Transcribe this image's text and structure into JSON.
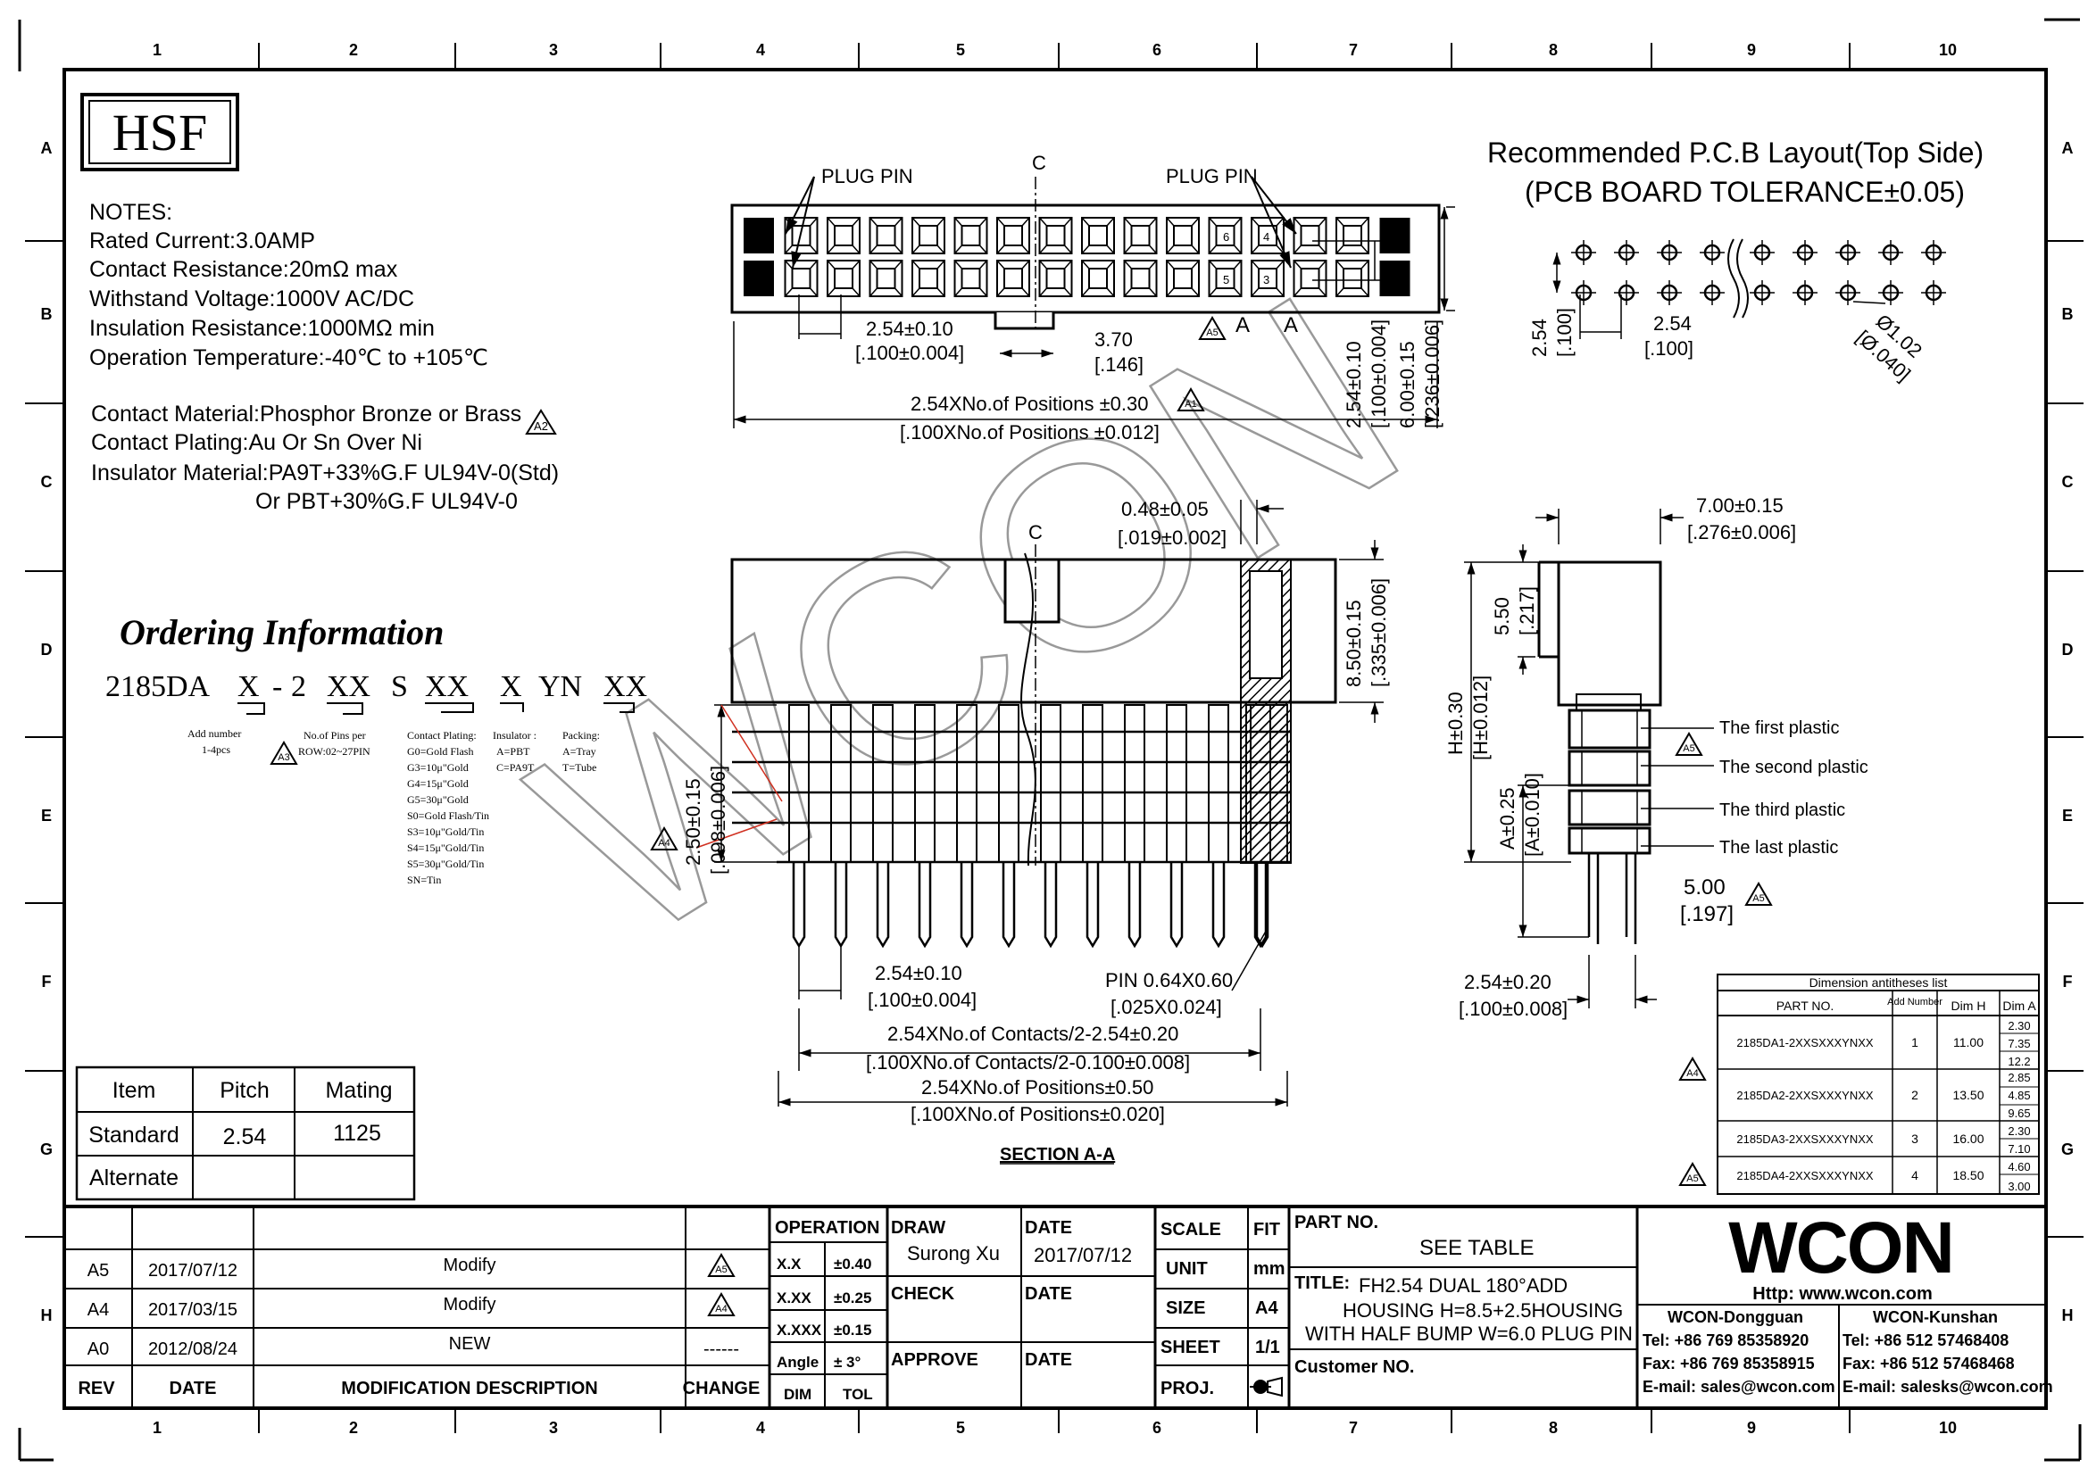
{
  "frame": {
    "col_labels": [
      "1",
      "2",
      "3",
      "4",
      "5",
      "6",
      "7",
      "8",
      "9",
      "10"
    ],
    "row_labels": [
      "A",
      "B",
      "C",
      "D",
      "E",
      "F",
      "G",
      "H"
    ]
  },
  "logo_text": "HSF",
  "watermark": "WCON",
  "notes": {
    "heading": "NOTES:",
    "lines": [
      "Rated Current:3.0AMP",
      "Contact Resistance:20mΩ max",
      "Withstand Voltage:1000V AC/DC",
      "Insulation Resistance:1000MΩ min",
      "Operation Temperature:-40℃ to +105℃",
      "Contact Material:Phosphor Bronze or Brass",
      "Contact Plating:Au Or Sn Over Ni",
      "Insulator Material:PA9T+33%G.F UL94V-0(Std)",
      "Or PBT+30%G.F UL94V-0"
    ],
    "rev_mark": "A2"
  },
  "ordering": {
    "title": "Ordering Information",
    "code_parts": [
      "2185DA",
      "X",
      "-",
      "2",
      "XX",
      "S",
      "XX",
      "X",
      "YN",
      "XX"
    ],
    "add_number": [
      "Add number",
      "1-4pcs"
    ],
    "pins": [
      "No.of Pins per",
      "ROW:02~27PIN"
    ],
    "pins_rev": "A3",
    "plating_head": "Contact Plating:",
    "plating": [
      "G0=Gold Flash",
      "G3=10μ\"Gold",
      "G4=15μ\"Gold",
      "G5=30μ\"Gold",
      "S0=Gold Flash/Tin",
      "S3=10μ\"Gold/Tin",
      "S4=15μ\"Gold/Tin",
      "S5=30μ\"Gold/Tin",
      "SN=Tin"
    ],
    "insulator_head": "Insulator :",
    "insulator": [
      "A=PBT",
      "C=PA9T"
    ],
    "packing_head": "Packing:",
    "packing": [
      "A=Tray",
      "T=Tube"
    ]
  },
  "top_view": {
    "plug_pin": "PLUG PIN",
    "centerline": "C",
    "pin_nums": [
      "6",
      "4",
      "5",
      "3"
    ],
    "dim_pitch": [
      "2.54±0.10",
      "[.100±0.004]"
    ],
    "dim_key": [
      "3.70",
      "[.146]"
    ],
    "dim_overall": [
      "2.54XNo.of Positions ±0.30",
      "[.100XNo.of Positions ±0.012]"
    ],
    "rev_a1": "A1",
    "rev_a5": "A5",
    "section_mark": "A",
    "dim_row": [
      "2.54±0.10",
      "[.100±0.004]"
    ],
    "dim_width": [
      "6.00±0.15",
      "[.236±0.006]"
    ]
  },
  "pcb_layout": {
    "title": "Recommended P.C.B Layout(Top Side)",
    "tolerance": "(PCB BOARD TOLERANCE±0.05)",
    "dim_v": [
      "2.54",
      "[.100]"
    ],
    "dim_h": [
      "2.54",
      "[.100]"
    ],
    "dim_hole": [
      "Ø1.02",
      "[Ø.040]"
    ]
  },
  "front_view": {
    "dim_pin": [
      "0.48±0.05",
      "[.019±0.002]"
    ],
    "dim_height": [
      "8.50±0.15",
      "[.335±0.006]"
    ],
    "dim_tail": [
      "2.50±0.15",
      "[.098±0.006]"
    ],
    "rev_a4": "A4",
    "dim_pitch": [
      "2.54±0.10",
      "[.100±0.004]"
    ],
    "dim_pin_size": [
      "PIN 0.64X0.60",
      "[.025X0.024]"
    ],
    "dim_contacts": [
      "2.54XNo.of Contacts/2-2.54±0.20",
      "[.100XNo.of Contacts/2-0.100±0.008]"
    ],
    "dim_positions": [
      "2.54XNo.of Positions±0.50",
      "[.100XNo.of Positions±0.020]"
    ],
    "section_title": "SECTION A-A"
  },
  "side_view": {
    "dim_width": [
      "7.00±0.15",
      "[.276±0.006]"
    ],
    "dim_top": [
      "5.50",
      "[.217]"
    ],
    "dim_h": [
      "H±0.30",
      "[H±0.012]"
    ],
    "dim_a": [
      "A±0.25",
      "[A±0.010]"
    ],
    "dim_tail": [
      "5.00",
      "[.197]"
    ],
    "rev_a5": "A5",
    "dim_pitch": [
      "2.54±0.20",
      "[.100±0.008]"
    ],
    "plastic_labels": [
      "The first plastic",
      "The second plastic",
      "The third plastic",
      "The last plastic"
    ]
  },
  "dim_table": {
    "title": "Dimension antitheses list",
    "headers": [
      "PART NO.",
      "Add Number",
      "Dim H",
      "Dim A"
    ],
    "rows": [
      {
        "part": "2185DA1-2XXSXXXYNXX",
        "add": "1",
        "h": "11.00",
        "a": [
          "2.30",
          "7.35",
          "12.2"
        ],
        "rev": ""
      },
      {
        "part": "2185DA2-2XXSXXXYNXX",
        "add": "2",
        "h": "13.50",
        "a": [
          "2.85",
          "4.85",
          "9.65"
        ],
        "rev": "A4"
      },
      {
        "part": "2185DA3-2XXSXXXYNXX",
        "add": "3",
        "h": "16.00",
        "a": [
          "2.30",
          "7.10"
        ],
        "rev": ""
      },
      {
        "part": "2185DA4-2XXSXXXYNXX",
        "add": "4",
        "h": "18.50",
        "a": [
          "4.60",
          "3.00"
        ],
        "rev": "A5"
      }
    ]
  },
  "pitch_table": {
    "headers": [
      "Item",
      "Pitch",
      "Mating"
    ],
    "rows": [
      [
        "Standard",
        "2.54",
        "1125"
      ],
      [
        "Alternate",
        "",
        ""
      ]
    ]
  },
  "title_block": {
    "revisions": [
      {
        "rev": "A5",
        "date": "2017/07/12",
        "desc": "Modify",
        "mark": "A5"
      },
      {
        "rev": "A4",
        "date": "2017/03/15",
        "desc": "Modify",
        "mark": "A4"
      },
      {
        "rev": "A0",
        "date": "2012/08/24",
        "desc": "NEW",
        "mark": "------"
      }
    ],
    "rev_headers": [
      "REV",
      "DATE",
      "MODIFICATION DESCRIPTION",
      "CHANGE"
    ],
    "operation": "OPERATION",
    "tolerances": [
      [
        "X.X",
        "±0.40"
      ],
      [
        "X.XX",
        "±0.25"
      ],
      [
        "X.XXX",
        "±0.15"
      ],
      [
        "Angle",
        "± 3°"
      ]
    ],
    "dim_tol": [
      "DIM",
      "TOL"
    ],
    "draw": "DRAW",
    "drawer": "Surong Xu",
    "check": "CHECK",
    "approve": "APPROVE",
    "date_label": "DATE",
    "draw_date": "2017/07/12",
    "scale": "SCALE",
    "scale_val": "FIT",
    "unit": "UNIT",
    "unit_val": "mm",
    "size": "SIZE",
    "size_val": "A4",
    "sheet": "SHEET",
    "sheet_val": "1/1",
    "proj": "PROJ.",
    "part_no": "PART NO.",
    "part_val": "SEE TABLE",
    "title_label": "TITLE:",
    "title_lines": [
      "FH2.54 DUAL 180°ADD",
      "HOUSING H=8.5+2.5HOUSING",
      "WITH HALF BUMP W=6.0 PLUG PIN"
    ],
    "customer": "Customer NO.",
    "company": "WCON",
    "http": "Http: www.wcon.com",
    "dongguan": [
      "WCON-Dongguan",
      "Tel: +86 769 85358920",
      "Fax: +86 769 85358915",
      "E-mail: sales@wcon.com"
    ],
    "kunshan": [
      "WCON-Kunshan",
      "Tel: +86 512 57468408",
      "Fax: +86 512 57468468",
      "E-mail: salesks@wcon.com"
    ]
  }
}
